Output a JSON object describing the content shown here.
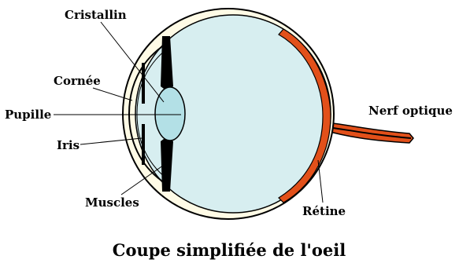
{
  "diagram": {
    "labels": {
      "cristallin": "Cristallin",
      "cornee": "Cornée",
      "pupille": "Pupille",
      "iris": "Iris",
      "muscles": "Muscles",
      "nerf_optique": "Nerf optique",
      "retine": "Rétine"
    },
    "caption": "Coupe simplifiée de l'oeil"
  },
  "colors": {
    "background": "#ffffff",
    "eye_interior": "#d7eef0",
    "sclera_fill": "#fffbe6",
    "outline": "#000000",
    "lens": "#b3e0e6",
    "retina": "#e2501a",
    "optic_nerve": "#e2501a",
    "muscles": "#000000"
  }
}
